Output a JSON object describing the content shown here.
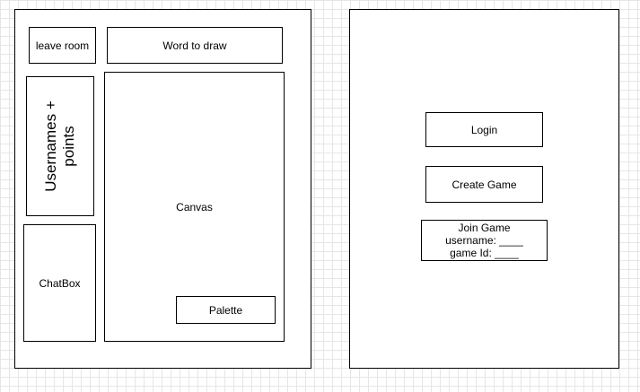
{
  "game_screen": {
    "leave_room": "leave room",
    "word_to_draw": "Word to draw",
    "usernames_points": [
      "Usernames +",
      "points"
    ],
    "canvas": "Canvas",
    "chatbox": "ChatBox",
    "palette": "Palette"
  },
  "login_screen": {
    "login": "Login",
    "create_game": "Create Game",
    "join_game": [
      "Join Game",
      "username: ____",
      "game Id: ____"
    ]
  }
}
